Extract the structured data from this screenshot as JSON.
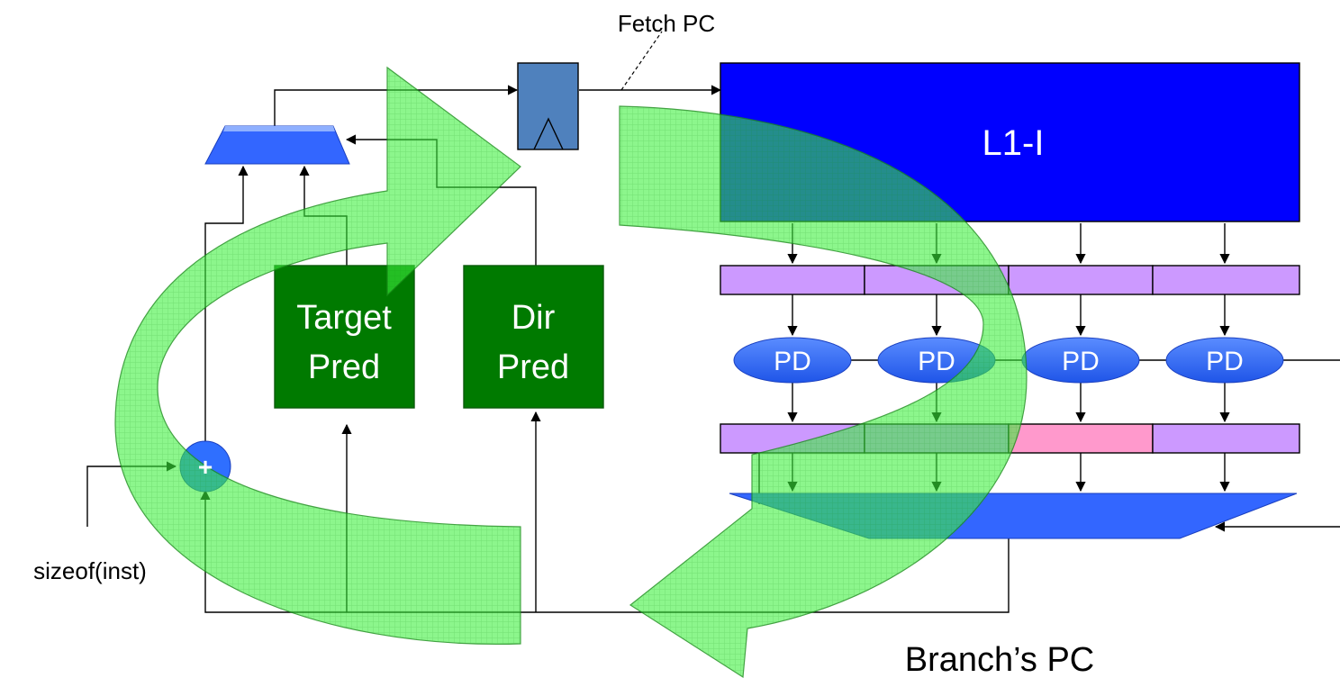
{
  "labels": {
    "fetch_pc": "Fetch PC",
    "l1i": "L1-I",
    "target_pred_line1": "Target",
    "target_pred_line2": "Pred",
    "dir_pred_line1": "Dir",
    "dir_pred_line2": "Pred",
    "pd": "PD",
    "sizeof_inst": "sizeof(inst)",
    "branch_pc": "Branch’s PC",
    "adder_symbol": "+"
  },
  "colors": {
    "l1i": "#0000ff",
    "pred_box": "#007a00",
    "pd_ellipse": "#2f6fff",
    "latch": "#cc99ff",
    "latch_highlight": "#ff99cc",
    "register": "#4f81bd",
    "mux": "#3366ff",
    "overlay_arrow": "#33ee33"
  },
  "icons": [
    "register-clock-icon",
    "adder-plus-icon"
  ]
}
